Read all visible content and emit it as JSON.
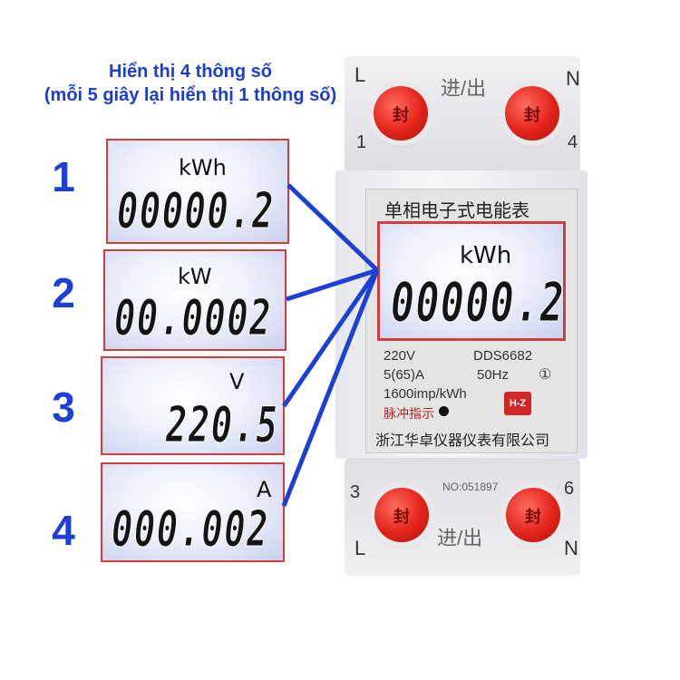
{
  "caption": {
    "line1": "Hiển thị 4 thông số",
    "line2": "(mỗi 5 giây lại hiển thị 1 thông số)"
  },
  "panels": [
    {
      "number": "1",
      "unit": "kWh",
      "value": "00000.2"
    },
    {
      "number": "2",
      "unit": "kW",
      "value": "00.0002"
    },
    {
      "number": "3",
      "unit": "V",
      "value": "220.5"
    },
    {
      "number": "4",
      "unit": "A",
      "value": "000.002"
    }
  ],
  "meter": {
    "title": "单相电子式电能表",
    "lcd_unit": "kWh",
    "lcd_value": "00000.2",
    "voltage": "220V",
    "model": "DDS6682",
    "current": "5(65)A",
    "frequency": "50Hz",
    "class": "①",
    "constant": "1600imp/kWh",
    "pulse_label": "脉冲指示",
    "logo": "H-Z",
    "manufacturer": "浙江华卓仪器仪表有限公司",
    "serial": "NO:051897",
    "top_label": "进/出",
    "bottom_label": "进/出",
    "terminal_text": "封",
    "top_left": "L",
    "top_right": "N",
    "top_num_left": "1",
    "top_num_right": "4",
    "bot_num_left": "3",
    "bot_num_right": "6",
    "bot_left": "L",
    "bot_right": "N"
  },
  "colors": {
    "accent_blue": "#1c3fd6",
    "lcd_border": "#d23d3d",
    "terminal_red": "#e2231a"
  }
}
